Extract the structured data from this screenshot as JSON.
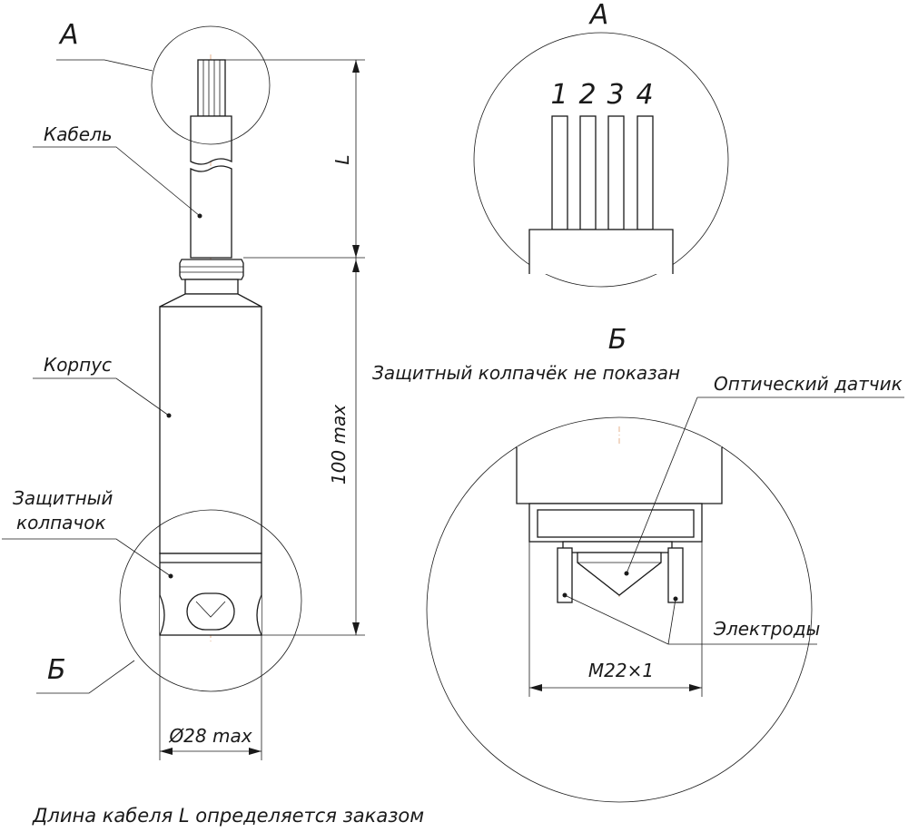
{
  "title": "",
  "colors": {
    "line": "#1a1a1a",
    "axis": "#e0a070"
  },
  "main_view": {
    "callout_a": "А",
    "callout_b": "Б",
    "label_cable": "Кабель",
    "label_body": "Корпус",
    "label_cap_line1": "Защитный",
    "label_cap_line2": "колпачок",
    "dim_l": "L",
    "dim_height": "100 max",
    "dim_diameter": "Ø28 max"
  },
  "detail_a": {
    "title": "А",
    "wires": [
      "1",
      "2",
      "3",
      "4"
    ]
  },
  "detail_b": {
    "title": "Б",
    "note": "Защитный колпачёк не показан",
    "label_sensor": "Оптический датчик",
    "label_electrodes": "Электроды",
    "dim_thread": "M22×1"
  },
  "footnote": "Длина кабеля L определяется заказом"
}
